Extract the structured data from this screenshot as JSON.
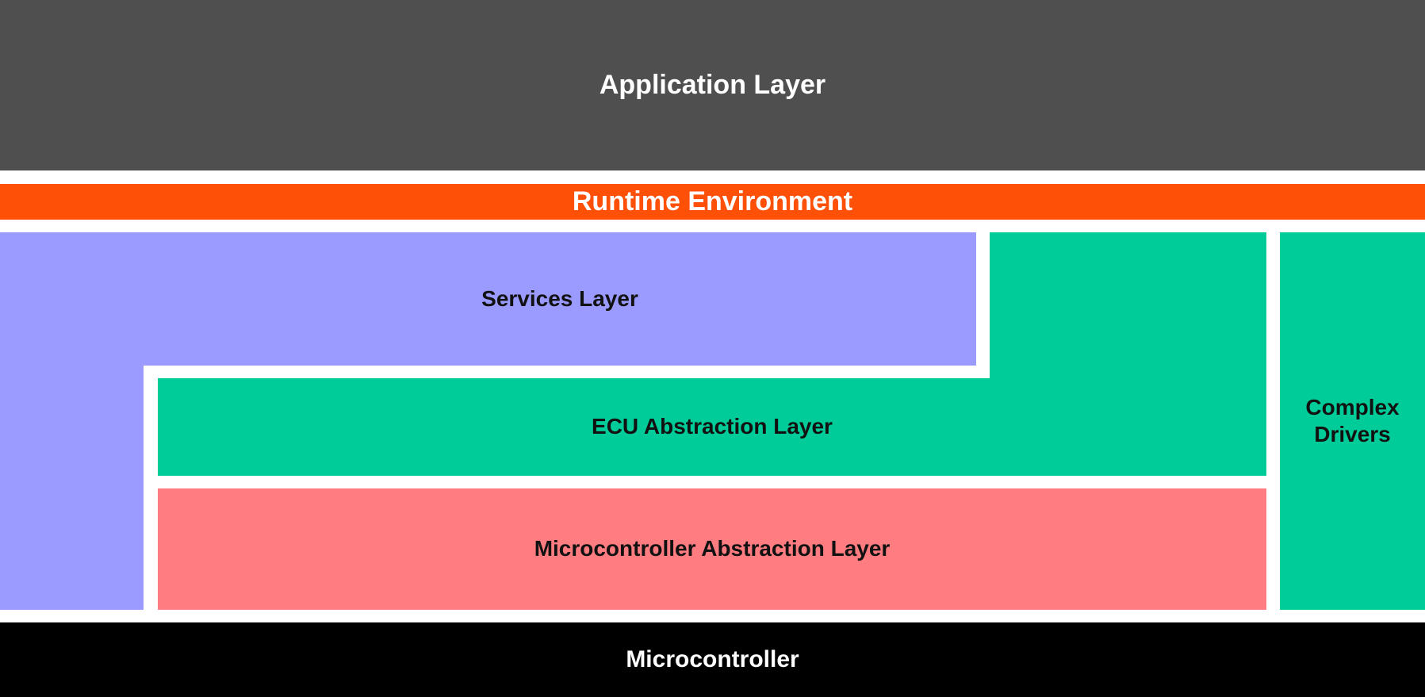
{
  "layers": {
    "application": {
      "label": "Application Layer",
      "color": "#4f4f4f"
    },
    "runtime": {
      "label": "Runtime Environment",
      "color": "#ff5008"
    },
    "services": {
      "label": "Services Layer",
      "color": "#9a9aff"
    },
    "ecu_abstraction": {
      "label": "ECU Abstraction Layer",
      "color": "#00cc99"
    },
    "mcal": {
      "label": "Microcontroller Abstraction Layer",
      "color": "#ff7c80"
    },
    "complex_drivers": {
      "label_line1": "Complex",
      "label_line2": "Drivers",
      "color": "#00cc99"
    },
    "microcontroller": {
      "label": "Microcontroller",
      "color": "#000000"
    }
  }
}
